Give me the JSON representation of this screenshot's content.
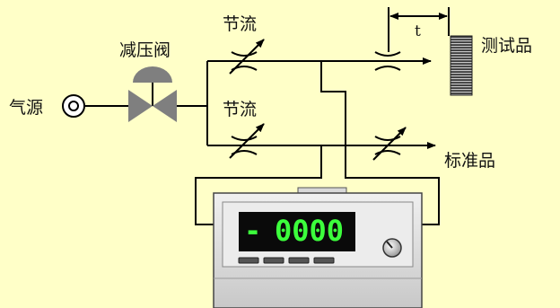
{
  "labels": {
    "gas_source": "气源",
    "pressure_valve": "减压阀",
    "throttle_top": "节流",
    "throttle_bottom": "节流",
    "test_sample": "测试品",
    "standard_sample": "标准品",
    "time_marker": "t"
  },
  "instrument": {
    "display_sign": "-",
    "display_value": "0000",
    "display_color": "#3cff3c",
    "screen_color": "#0a0a0a",
    "body_color": "#dcdcdc",
    "buttons": [
      "",
      "",
      "",
      ""
    ]
  },
  "colors": {
    "background": "#ffffc8",
    "line": "#000000",
    "valve": "#808080"
  }
}
